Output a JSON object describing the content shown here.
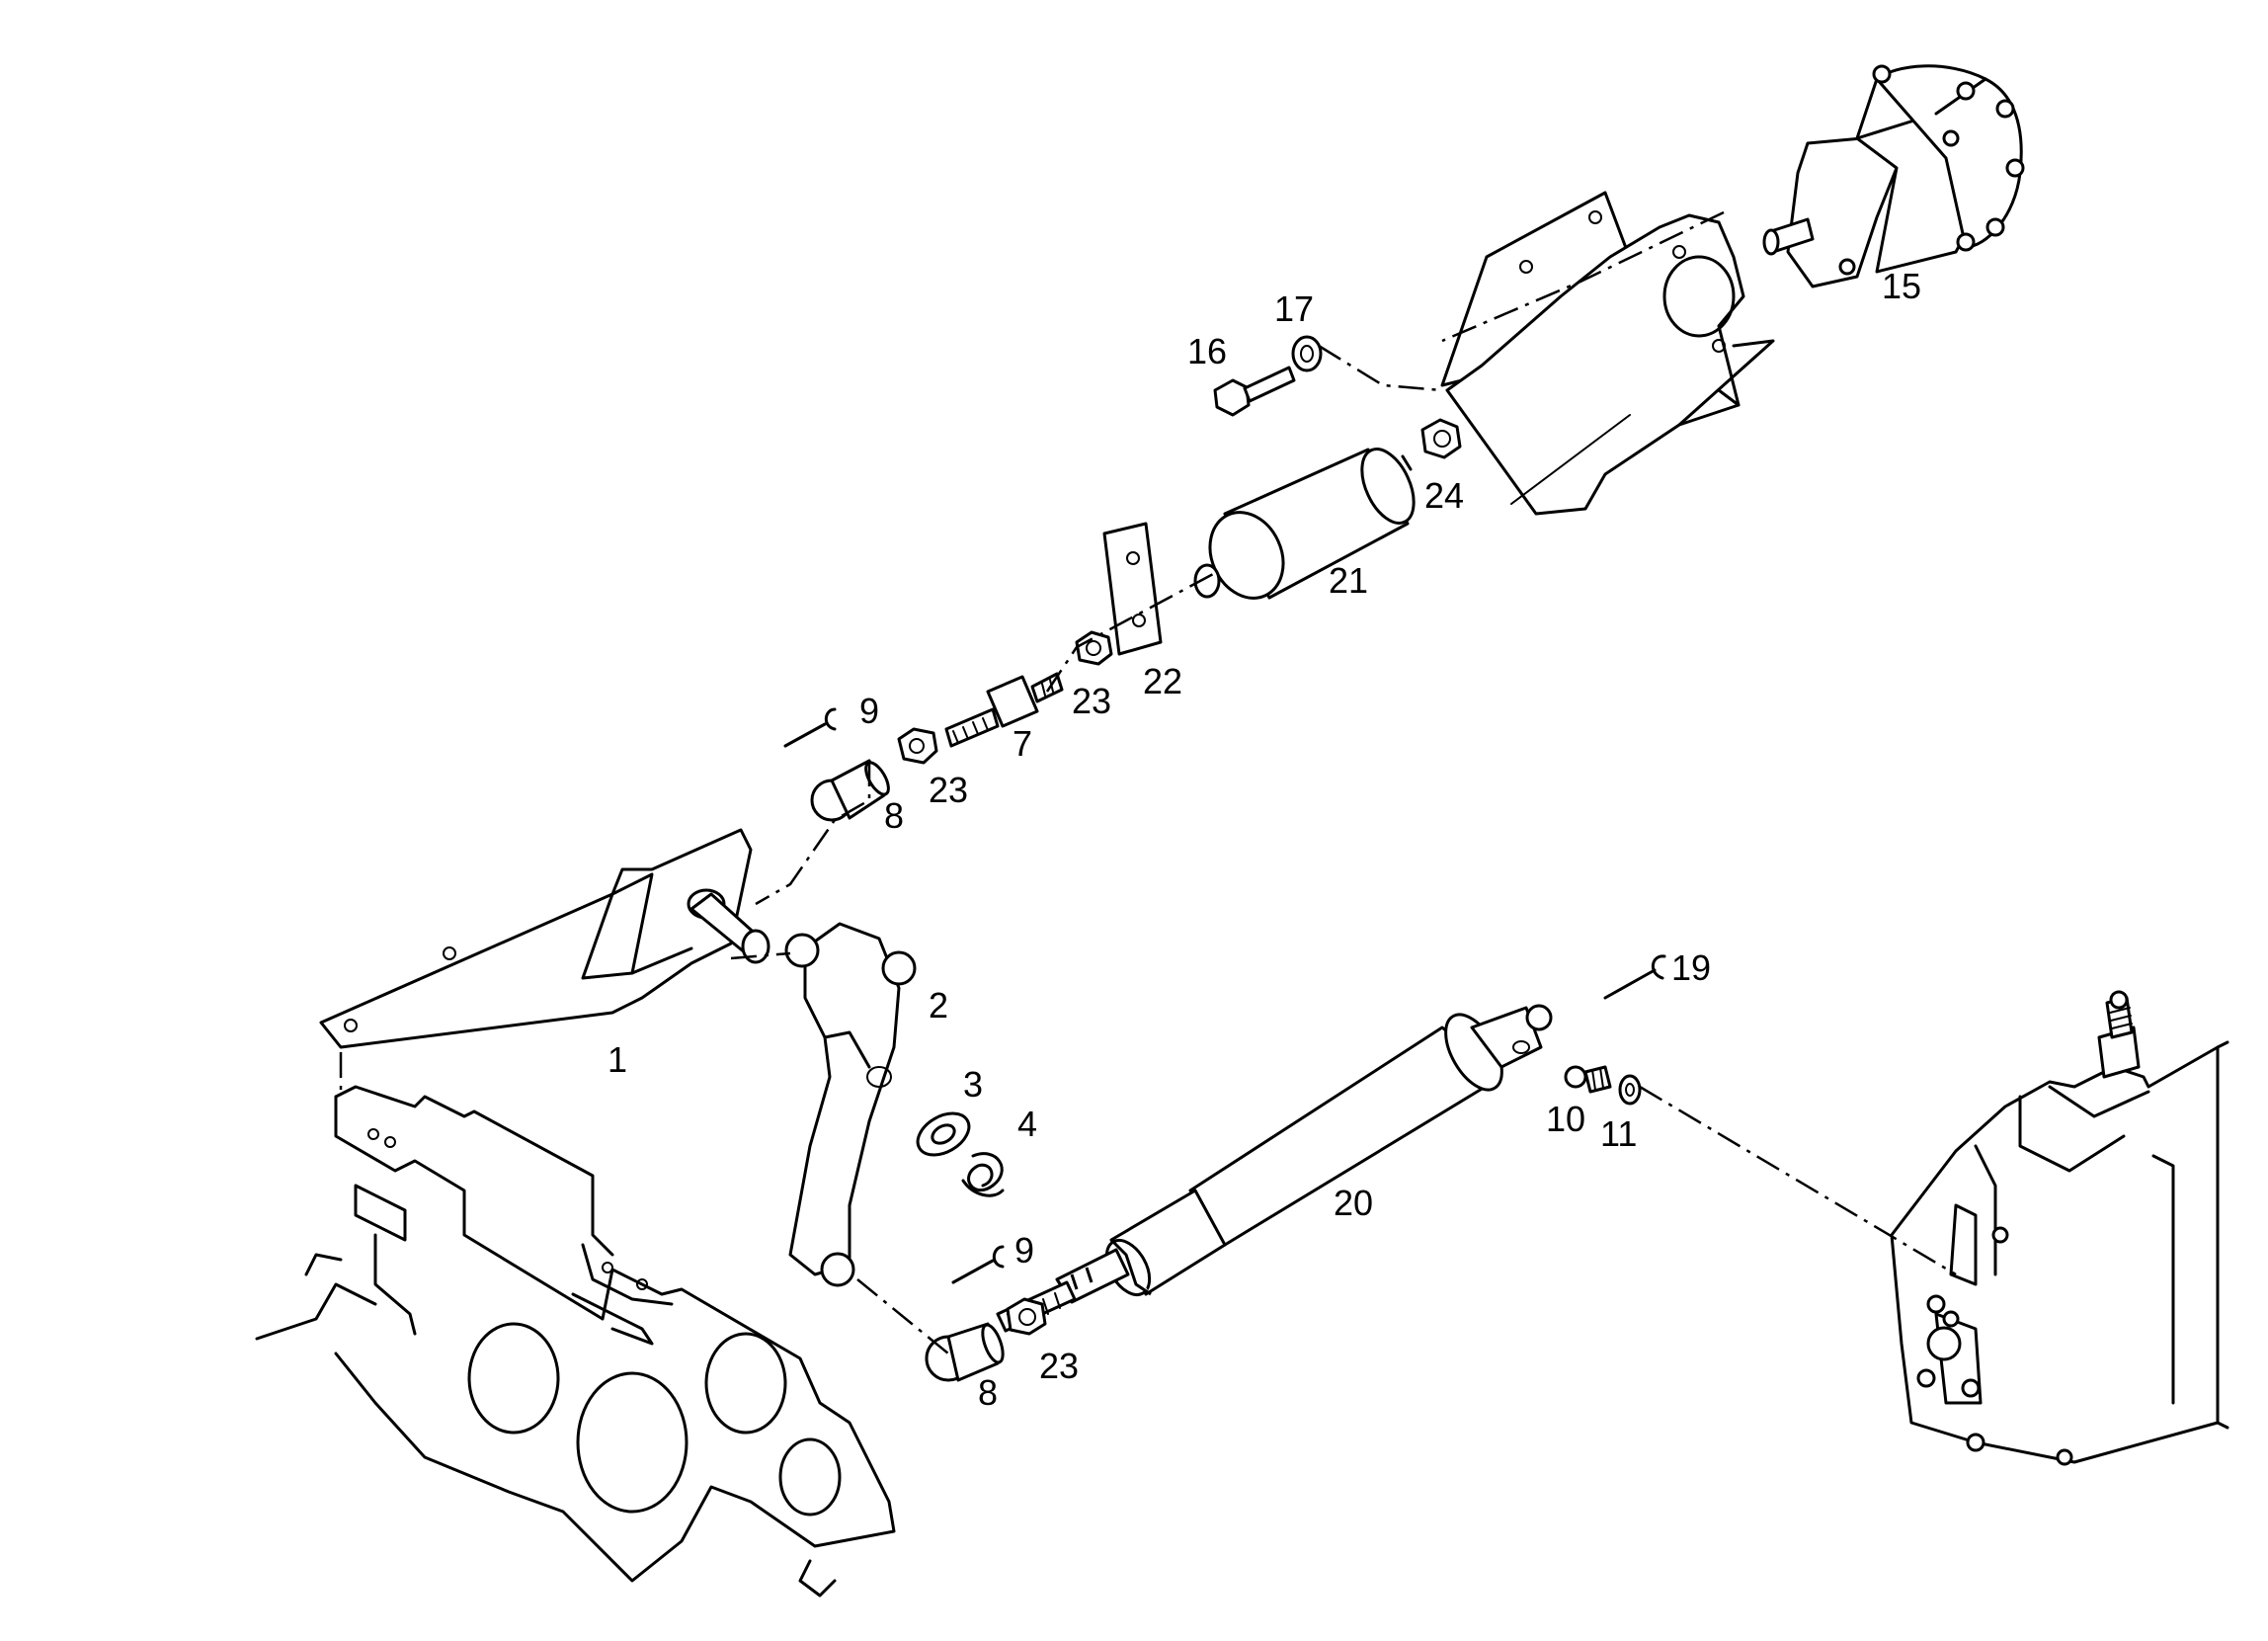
{
  "diagram": {
    "callouts": {
      "c1": "1",
      "c2": "2",
      "c3": "3",
      "c4": "4",
      "c7": "7",
      "c8a": "8",
      "c8b": "8",
      "c9a": "9",
      "c9b": "9",
      "c10": "10",
      "c11": "11",
      "c15": "15",
      "c16": "16",
      "c17": "17",
      "c19": "19",
      "c20": "20",
      "c21": "21",
      "c22": "22",
      "c23a": "23",
      "c23b": "23",
      "c23c": "23",
      "c24": "24"
    }
  }
}
